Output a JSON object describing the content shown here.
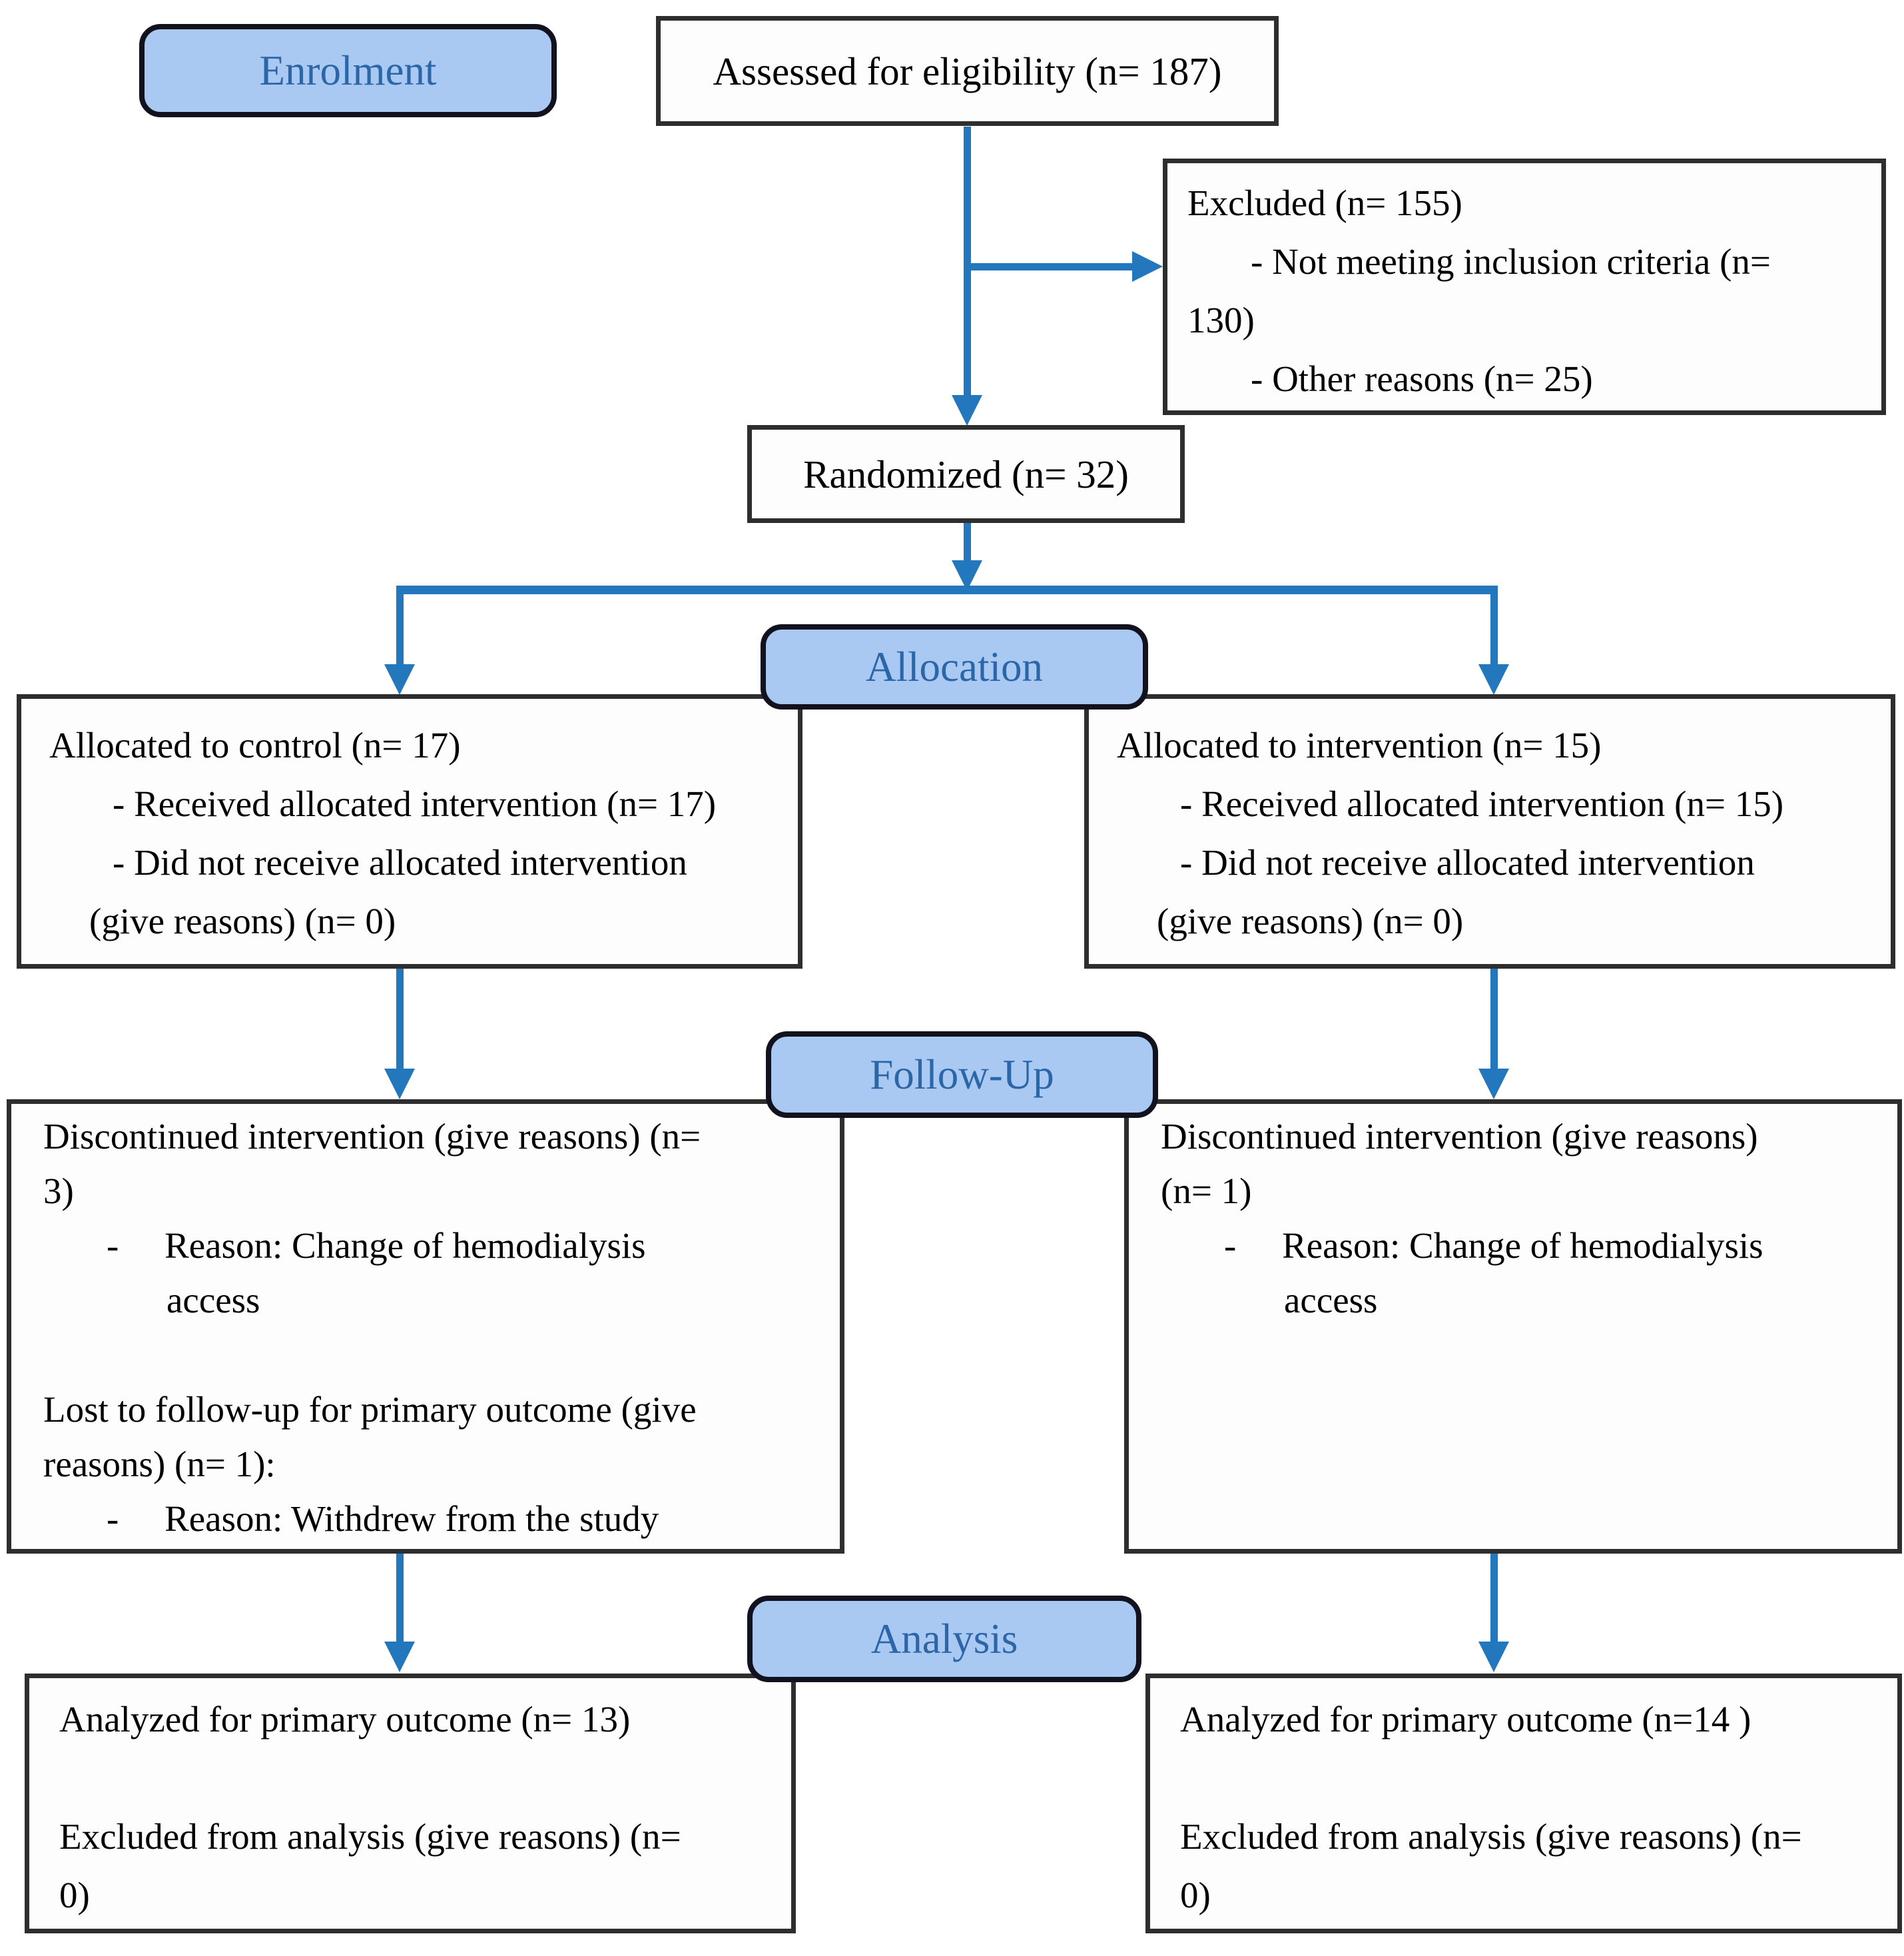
{
  "colors": {
    "accent": "#2277BD",
    "label_fill": "#A9C8F2",
    "label_text": "#2B66A8",
    "box_border": "#2e2e2e",
    "label_border": "#12121f"
  },
  "labels": {
    "enrolment": "Enrolment",
    "allocation": "Allocation",
    "follow_up": "Follow-Up",
    "analysis": "Analysis"
  },
  "boxes": {
    "assessed": {
      "text": "Assessed for eligibility (n= 187)"
    },
    "excluded": {
      "lines": [
        {
          "t": "Excluded (n= 155)",
          "i": 0
        },
        {
          "t": "- Not meeting inclusion criteria (n=",
          "i": 1
        },
        {
          "t": "130)",
          "i": 0
        },
        {
          "t": "- Other reasons (n= 25)",
          "i": 1
        }
      ]
    },
    "randomized": {
      "text": "Randomized (n= 32)"
    },
    "allocated_control": {
      "lines": [
        {
          "t": "Allocated to control (n= 17)",
          "i": 0
        },
        {
          "t": "- Received allocated intervention (n= 17)",
          "i": 1
        },
        {
          "t": "- Did not receive allocated intervention",
          "i": 1
        },
        {
          "t": "(give reasons) (n= 0)",
          "i": "h"
        }
      ]
    },
    "allocated_intervention": {
      "lines": [
        {
          "t": "Allocated to intervention (n= 15)",
          "i": 0
        },
        {
          "t": "- Received allocated intervention (n= 15)",
          "i": 1
        },
        {
          "t": "- Did not receive allocated intervention",
          "i": 1
        },
        {
          "t": "(give reasons) (n= 0)",
          "i": "h"
        }
      ]
    },
    "followup_control": {
      "lines": [
        {
          "t": "Discontinued intervention (give reasons) (n=",
          "i": 0
        },
        {
          "t": "3)",
          "i": 0
        },
        {
          "t": "-     Reason: Change of hemodialysis",
          "i": 1
        },
        {
          "t": "access",
          "i": 2
        },
        {
          "t": "",
          "i": 0
        },
        {
          "t": "Lost to follow-up for primary outcome (give",
          "i": 0
        },
        {
          "t": "reasons) (n= 1):",
          "i": 0
        },
        {
          "t": "-     Reason: Withdrew from the study",
          "i": 1
        }
      ]
    },
    "followup_intervention": {
      "lines": [
        {
          "t": "Discontinued intervention (give reasons)",
          "i": 0
        },
        {
          "t": "(n= 1)",
          "i": 0
        },
        {
          "t": "-     Reason: Change of hemodialysis",
          "i": 1
        },
        {
          "t": "access",
          "i": 2
        }
      ]
    },
    "analysis_control": {
      "lines": [
        {
          "t": "Analyzed for primary outcome (n= 13)",
          "i": 0
        },
        {
          "t": "",
          "i": 0
        },
        {
          "t": "Excluded from analysis (give reasons) (n=",
          "i": 0
        },
        {
          "t": "0)",
          "i": 0
        }
      ]
    },
    "analysis_intervention": {
      "lines": [
        {
          "t": "Analyzed for primary outcome (n=14 )",
          "i": 0
        },
        {
          "t": "",
          "i": 0
        },
        {
          "t": "Excluded from analysis (give reasons) (n=",
          "i": 0
        },
        {
          "t": "0)",
          "i": 0
        }
      ]
    }
  }
}
